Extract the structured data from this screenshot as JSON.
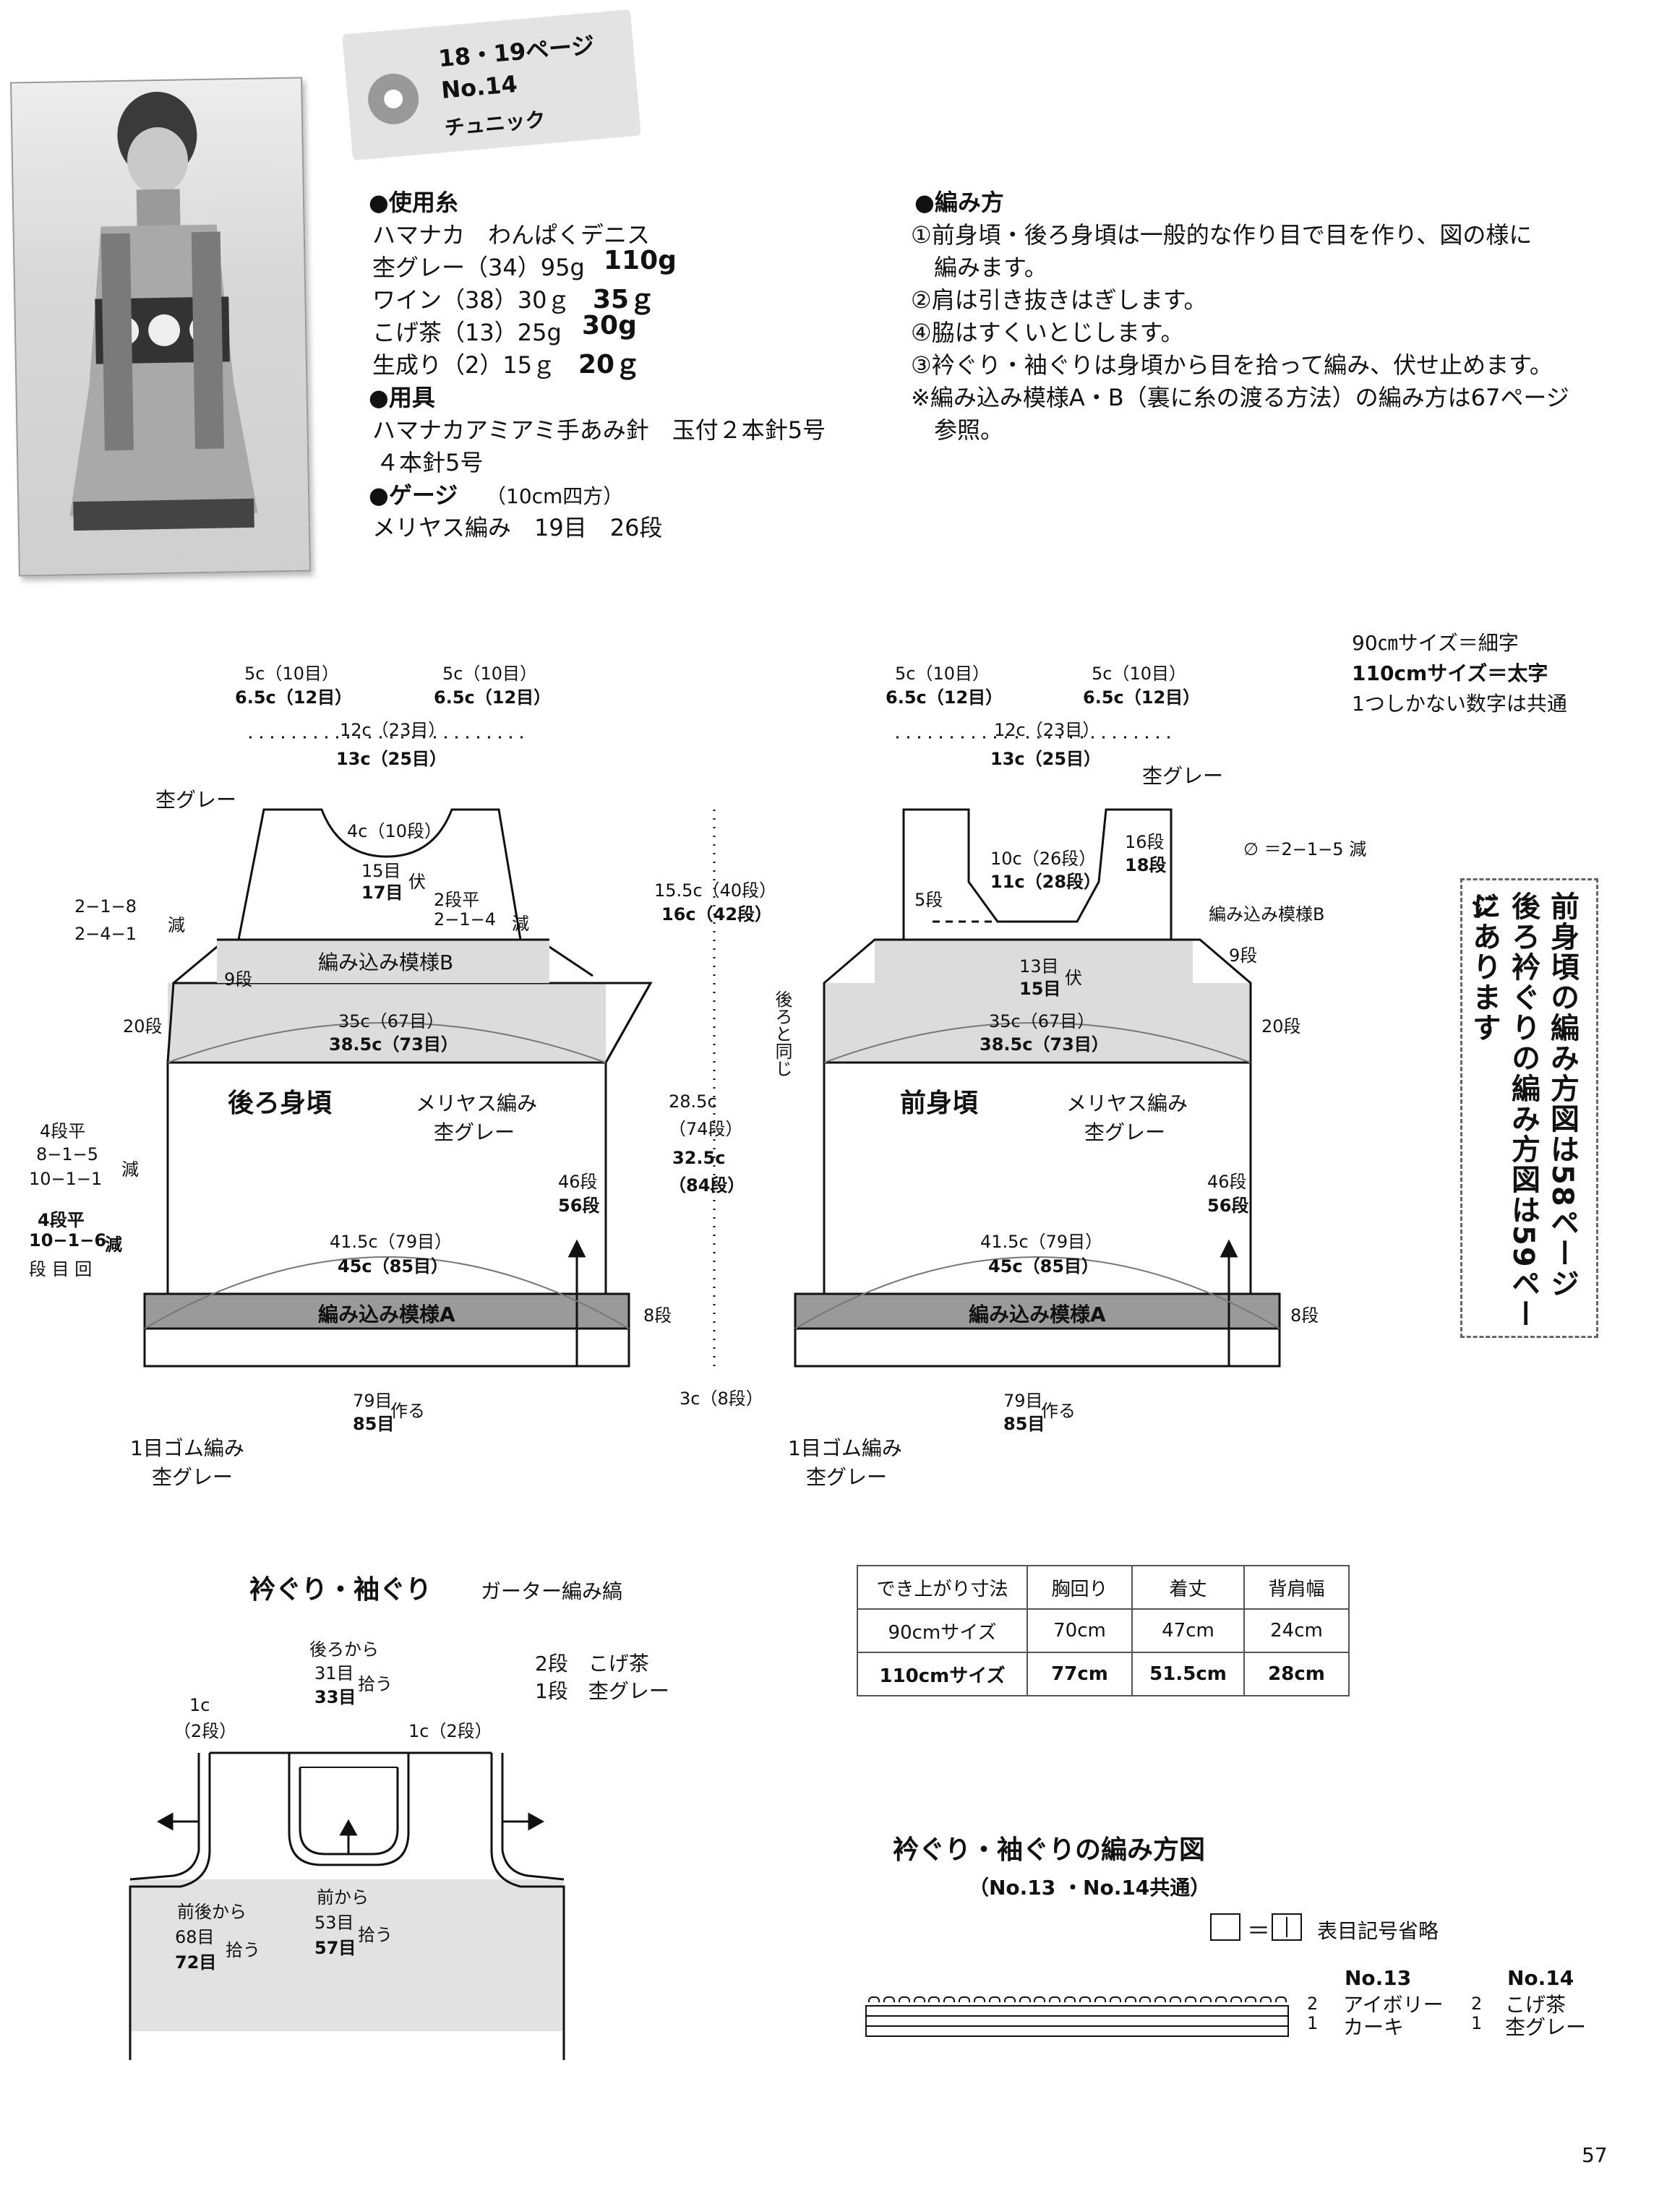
{
  "tag": {
    "pages": "18・19ページ",
    "number": "No.14",
    "item": "チュニック"
  },
  "materials": {
    "yarn_heading": "●使用糸",
    "yarn_name": "ハマナカ　わんぱくデニス",
    "yarns": [
      {
        "name": "杢グレー（34）95g",
        "bold": "110g"
      },
      {
        "name": "ワイン（38）30ｇ",
        "bold": "35ｇ"
      },
      {
        "name": "こげ茶（13）25g",
        "bold": "30g"
      },
      {
        "name": "生成り（2）15ｇ",
        "bold": "20ｇ"
      }
    ],
    "tools_heading": "●用具",
    "tools_line1": "ハマナカアミアミ手あみ針　玉付２本針5号",
    "tools_line2": "４本針5号",
    "gauge_heading": "●ゲージ",
    "gauge_unit": "（10cm四方）",
    "gauge_value": "メリヤス編み　19目　26段"
  },
  "method": {
    "heading": "●編み方",
    "lines": [
      "①前身頃・後ろ身頃は一般的な作り目で目を作り、図の様に",
      "　編みます。",
      "②肩は引き抜きはぎします。",
      "④脇はすくいとじします。",
      "③衿ぐり・袖ぐりは身頃から目を拾って編み、伏せ止めます。",
      "※編み込み模様A・B（裏に糸の渡る方法）の編み方は67ページ",
      "　参照。"
    ]
  },
  "legend": {
    "size90": "90㎝サイズ＝細字",
    "size110": "110cmサイズ＝太字",
    "common": "1つしかない数字は共通"
  },
  "back": {
    "top_left_1": "5c（10目）",
    "top_left_2": "6.5c（12目）",
    "top_right_1": "5c（10目）",
    "top_right_2": "6.5c（12目）",
    "mid_1": "12c（23目）",
    "mid_2": "13c（25目）",
    "color_top": "杢グレー",
    "neck_width": "4c（10段）",
    "neck_st_1": "15目",
    "neck_st_2": "17目",
    "bind": "伏",
    "neck_dec_1": "2段平",
    "neck_dec_2": "2−1−4",
    "dec": "減",
    "arm_dec_1": "2−1−8",
    "arm_dec_2": "2−4−1",
    "arm_dec_label": "減",
    "rows9": "9段",
    "patternB": "編み込み模様B",
    "rows20": "20段",
    "chest_1": "35c（67目）",
    "chest_2": "38.5c（73目）",
    "name": "後ろ身頃",
    "stitch": "メリヤス編み",
    "color": "杢グレー",
    "side_1": "4段平",
    "side_2": "8−1−5",
    "side_3": "10−1−1",
    "side_label": "減",
    "side_b1": "4段平",
    "side_b2": "10−1−6",
    "side_b_label": "減",
    "side_b3": "段 目 回",
    "rows46": "46段",
    "rows56": "56段",
    "hem_1": "41.5c（79目）",
    "hem_2": "45c（85目）",
    "patternA": "編み込み模様A",
    "rows8": "8段",
    "cast_1": "79目",
    "cast_2": "85目",
    "cast_label": "作る",
    "rib": "1目ゴム編み",
    "rib_color": "杢グレー"
  },
  "center": {
    "h1": "15.5c（40段）",
    "h1b": "16c（42段）",
    "same_as_back": "後ろと同じ",
    "h2": "28.5c",
    "h2b": "（74段）",
    "h2c": "32.5c",
    "h2d": "（84段）",
    "h3": "3c（8段）"
  },
  "front": {
    "top_left_1": "5c（10目）",
    "top_left_2": "6.5c（12目）",
    "top_right_1": "5c（10目）",
    "top_right_2": "6.5c（12目）",
    "mid_1": "12c（23目）",
    "mid_2": "13c（25目）",
    "color_top": "杢グレー",
    "rows16": "16段",
    "rows18": "18段",
    "neck_1": "10c（26段）",
    "neck_2": "11c（28段）",
    "rows5": "5段",
    "neck_st_1": "13目",
    "neck_st_2": "15目",
    "bind": "伏",
    "patternB": "編み込み模様B",
    "rows9": "9段",
    "rows20": "20段",
    "chest_1": "35c（67目）",
    "chest_2": "38.5c（73目）",
    "name": "前身頃",
    "stitch": "メリヤス編み",
    "color": "杢グレー",
    "rows46": "46段",
    "rows56": "56段",
    "hem_1": "41.5c（79目）",
    "hem_2": "45c（85目）",
    "patternA": "編み込み模様A",
    "rows8": "8段",
    "cast_1": "79目",
    "cast_2": "85目",
    "cast_label": "作る",
    "rib": "1目ゴム編み",
    "rib_color": "杢グレー"
  },
  "dec_note": "∅ ＝2−1−5 減",
  "side_note": {
    "line1": "前身頃の編み方図は58ページ",
    "line2": "後ろ衿ぐりの編み方図は59ページ",
    "line3": "にあります"
  },
  "neck": {
    "title": "衿ぐり・袖ぐり",
    "subtitle": "ガーター編み縞",
    "back_1": "後ろから",
    "back_2": "31目",
    "back_3": "33目",
    "pick": "拾う",
    "stripe_1": "2段　こげ茶",
    "stripe_2": "1段　杢グレー",
    "l1": "1c",
    "l2": "（2段）",
    "r1": "1c（2段）",
    "fb_1": "前後から",
    "fb_2": "68目",
    "fb_3": "72目",
    "fb_pick": "拾う",
    "fr_1": "前から",
    "fr_2": "53目",
    "fr_3": "57目",
    "fr_pick": "拾う"
  },
  "finished": {
    "headers": [
      "でき上がり寸法",
      "胸回り",
      "着丈",
      "背肩幅"
    ],
    "rows": [
      [
        "90cmサイズ",
        "70cm",
        "47cm",
        "24cm"
      ],
      [
        "110cmサイズ",
        "77cm",
        "51.5cm",
        "28cm"
      ]
    ]
  },
  "chart": {
    "title": "衿ぐり・袖ぐりの編み方図",
    "subtitle": "（No.13 ・No.14共通）",
    "symbol_note": "表目記号省略",
    "no13": "No.13",
    "no13_a": "アイボリー",
    "no13_b": "カーキ",
    "no14": "No.14",
    "no14_a": "こげ茶",
    "no14_b": "杢グレー",
    "r2": "2",
    "r1": "1"
  },
  "page_number": "57"
}
